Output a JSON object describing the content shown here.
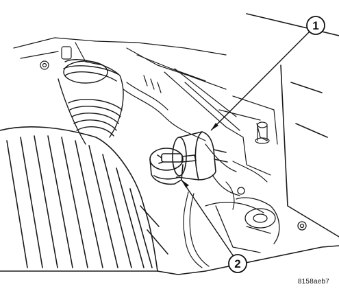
{
  "figure": {
    "id": "8158aeb7",
    "callouts": [
      {
        "label": "1"
      },
      {
        "label": "2"
      }
    ]
  }
}
